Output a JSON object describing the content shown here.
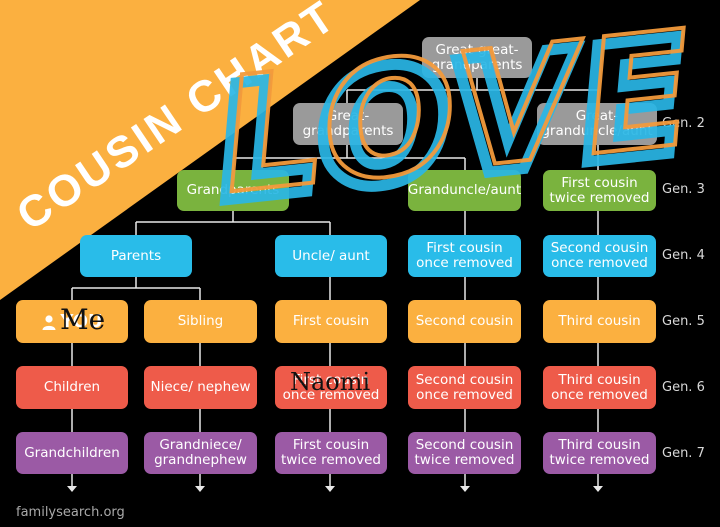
{
  "banner": {
    "title": "COUSIN CHART",
    "color": "#fbb040"
  },
  "boxes": {
    "great_great_grandparents": "Great-great-grandparents",
    "great_grandparents": "Great-grandparents",
    "great_granduncle_aunt": "Great-granduncle/aunt",
    "grandparents": "Grandparents",
    "granduncle_aunt": "Granduncle/aunt",
    "first_cousin_twice_removed_top": "First cousin twice removed",
    "parents": "Parents",
    "uncle_aunt": "Uncle/ aunt",
    "first_cousin_once_removed": "First cousin once removed",
    "second_cousin_once_removed_top": "Second cousin once removed",
    "you": "YOU",
    "sibling": "Sibling",
    "first_cousin": "First cousin",
    "second_cousin": "Second cousin",
    "third_cousin": "Third cousin",
    "children": "Children",
    "niece_nephew": "Niece/ nephew",
    "first_cousin_once_removed_low": "First cousin once removed",
    "second_cousin_once_removed": "Second cousin once removed",
    "third_cousin_once_removed": "Third cousin once removed",
    "grandchildren": "Grandchildren",
    "grandniece_grandnephew": "Grandniece/ grandnephew",
    "first_cousin_twice_removed": "First cousin twice removed",
    "second_cousin_twice_removed": "Second cousin twice removed",
    "third_cousin_twice_removed": "Third cousin twice removed"
  },
  "generations": [
    "Gen. 2",
    "Gen. 3",
    "Gen. 4",
    "Gen. 5",
    "Gen. 6",
    "Gen. 7"
  ],
  "overlay": {
    "word": "LOVE",
    "handwritten_me": "Me",
    "handwritten_naomi": "Naomi"
  },
  "footer": "familysearch.org",
  "colors": {
    "gray": "#9a9a9a",
    "green": "#7ab33e",
    "blue": "#29bce9",
    "yellow": "#fbb040",
    "red": "#ee5b4a",
    "purple": "#9b5aa5"
  }
}
